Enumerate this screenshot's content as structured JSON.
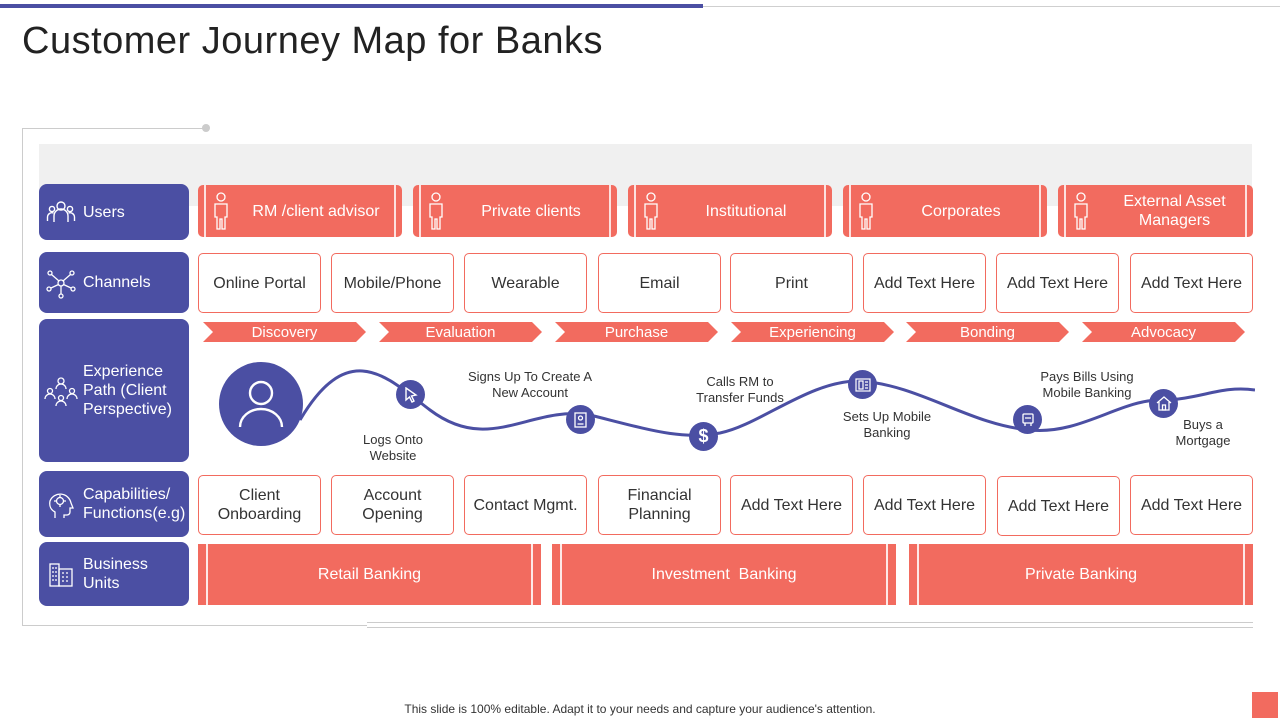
{
  "title": "Customer Journey Map for Banks",
  "footer": "This slide is 100% editable. Adapt it to your needs and capture your audience's attention.",
  "colors": {
    "primary": "#4b4fa3",
    "accent": "#f26b5f",
    "band": "#f0f0f0"
  },
  "rows": {
    "users": {
      "label": "Users",
      "icon": "users-group-icon"
    },
    "channels": {
      "label": "Channels",
      "icon": "network-icon"
    },
    "experience": {
      "label": "Experience Path (Client Perspective)",
      "icon": "people-circle-icon"
    },
    "capabilities": {
      "label": "Capabilities/ Functions(e.g)",
      "icon": "head-gear-icon"
    },
    "business": {
      "label": "Business Units",
      "icon": "building-icon"
    }
  },
  "users": [
    {
      "label": "RM /client advisor"
    },
    {
      "label": "Private clients"
    },
    {
      "label": "Institutional"
    },
    {
      "label": "Corporates"
    },
    {
      "label": "External Asset Managers"
    }
  ],
  "channels": [
    "Online Portal",
    "Mobile/Phone",
    "Wearable",
    "Email",
    "Print",
    "Add Text Here",
    "Add Text Here",
    "Add Text Here"
  ],
  "phases": [
    "Discovery",
    "Evaluation",
    "Purchase",
    "Experiencing",
    "Bonding",
    "Advocacy"
  ],
  "journey_steps": [
    {
      "label": "Logs Onto Website",
      "icon": "cursor-icon"
    },
    {
      "label": "Signs Up To Create A New Account",
      "icon": "id-card-icon"
    },
    {
      "label": "Calls RM to Transfer Funds",
      "icon": "dollar-icon"
    },
    {
      "label": "Sets Up Mobile Banking",
      "icon": "mobile-banking-icon"
    },
    {
      "label": "Pays Bills Using Mobile Banking",
      "icon": "bill-icon"
    },
    {
      "label": "Buys a Mortgage",
      "icon": "house-icon"
    }
  ],
  "capabilities": [
    "Client Onboarding",
    "Account Opening",
    "Contact Mgmt.",
    "Financial Planning",
    "Add Text Here",
    "Add Text Here",
    "Add Text Here",
    "Add Text Here"
  ],
  "business_units": [
    "Retail Banking",
    "Investment  Banking",
    "Private Banking"
  ]
}
